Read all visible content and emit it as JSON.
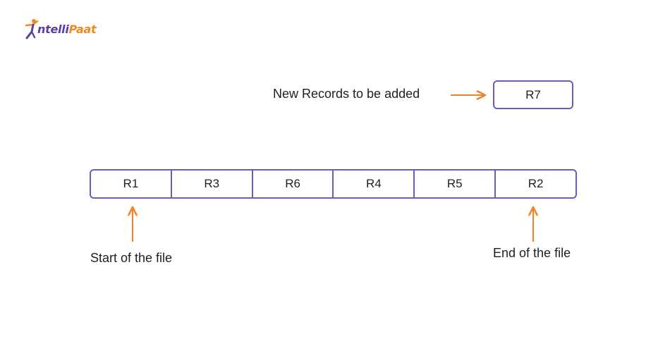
{
  "logo": {
    "text_main": "ntelliPaat",
    "mark_icon": "intellipaat-figure-icon"
  },
  "diagram": {
    "new_records_label": "New Records to be added",
    "new_record": "R7",
    "records": [
      "R1",
      "R3",
      "R6",
      "R4",
      "R5",
      "R2"
    ],
    "start_label": "Start of the file",
    "end_label": "End of the file"
  },
  "colors": {
    "box_border": "#6d5bb8",
    "arrow": "#f0822a",
    "logo_purple": "#5b3fa6",
    "logo_orange": "#f18a21"
  }
}
